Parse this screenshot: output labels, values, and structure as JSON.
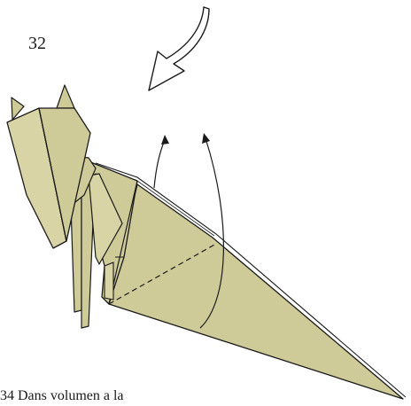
{
  "diagram": {
    "step_number": "32",
    "caption_partial": "34 Dans volumen a la",
    "colors": {
      "paper": "#cfcb98",
      "paper_light": "#d8d4a5",
      "outline": "#1a1a1a",
      "background": "#ffffff"
    },
    "symbols": {
      "turn_over": "hollow-curved-arrow-icon",
      "fold_arrows": "thin-curved-arrow-icon",
      "valley_fold": "dashed-line"
    }
  }
}
